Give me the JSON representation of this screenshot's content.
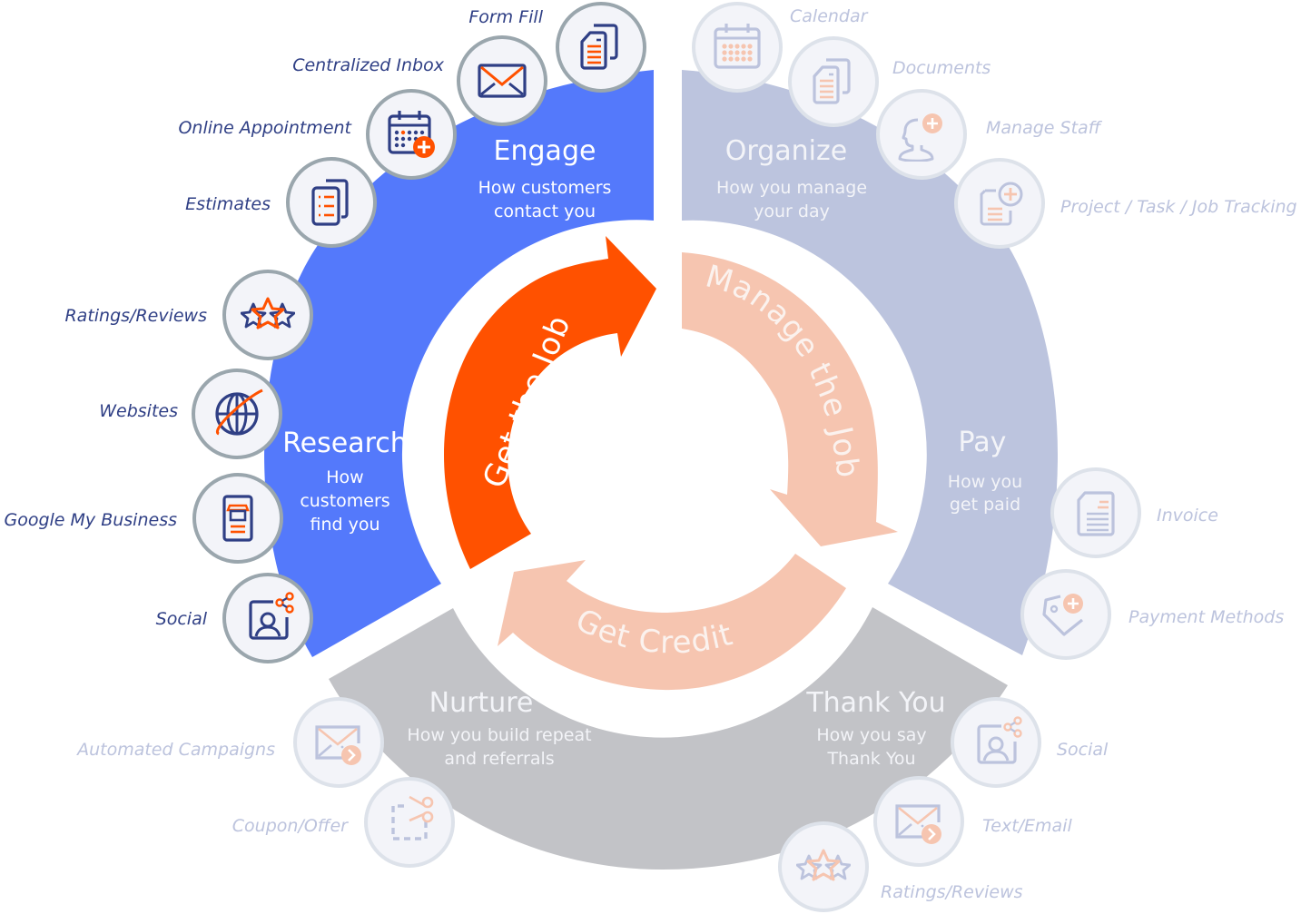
{
  "colors": {
    "engage_research": "#5479fb",
    "organize_pay": "#bcc4de",
    "nurture_thankyou": "#c2c3c7",
    "get_the_job_arrow": "#ff5100",
    "faded_arrow": "#f6c5b0",
    "active_icon_stroke": "#2f3f85",
    "active_icon_accent": "#ff5100",
    "inactive_icon_stroke": "#bcc3dd",
    "inactive_icon_accent": "#f6c5b0"
  },
  "segments": {
    "engage": {
      "title": "Engage",
      "sub1": "How customers",
      "sub2": "contact you"
    },
    "research": {
      "title": "Research",
      "sub1": "How",
      "sub2": "customers",
      "sub3": "find you"
    },
    "organize": {
      "title": "Organize",
      "sub1": "How you manage",
      "sub2": "your day"
    },
    "pay": {
      "title": "Pay",
      "sub1": "How you",
      "sub2": "get paid"
    },
    "nurture": {
      "title": "Nurture",
      "sub1": "How you build repeat",
      "sub2": "and referrals"
    },
    "thankyou": {
      "title": "Thank You",
      "sub1": "How you say",
      "sub2": "Thank You"
    }
  },
  "arrows": {
    "get_the_job": "Get the Job",
    "manage_the_job": "Manage the Job",
    "get_credit": "Get Credit"
  },
  "tools": {
    "engage": [
      {
        "label": "Form Fill",
        "icon": "documents-icon"
      },
      {
        "label": "Centralized Inbox",
        "icon": "envelope-icon"
      },
      {
        "label": "Online Appointment",
        "icon": "calendar-add-icon"
      },
      {
        "label": "Estimates",
        "icon": "list-document-icon"
      }
    ],
    "research": [
      {
        "label": "Ratings/Reviews",
        "icon": "stars-icon"
      },
      {
        "label": "Websites",
        "icon": "globe-icon"
      },
      {
        "label": "Google My Business",
        "icon": "storefront-icon"
      },
      {
        "label": "Social",
        "icon": "social-profile-icon"
      }
    ],
    "organize": [
      {
        "label": "Calendar",
        "icon": "calendar-icon"
      },
      {
        "label": "Documents",
        "icon": "documents-icon"
      },
      {
        "label": "Manage Staff",
        "icon": "add-person-icon"
      },
      {
        "label": "Project / Task / Job Tracking",
        "icon": "document-add-icon"
      }
    ],
    "pay": [
      {
        "label": "Invoice",
        "icon": "invoice-icon"
      },
      {
        "label": "Payment Methods",
        "icon": "tag-add-icon"
      }
    ],
    "nurture": [
      {
        "label": "Automated Campaigns",
        "icon": "email-send-icon"
      },
      {
        "label": "Coupon/Offer",
        "icon": "coupon-scissors-icon"
      }
    ],
    "thankyou": [
      {
        "label": "Social",
        "icon": "social-profile-icon"
      },
      {
        "label": "Text/Email",
        "icon": "email-send-icon"
      },
      {
        "label": "Ratings/Reviews",
        "icon": "stars-icon"
      }
    ]
  }
}
